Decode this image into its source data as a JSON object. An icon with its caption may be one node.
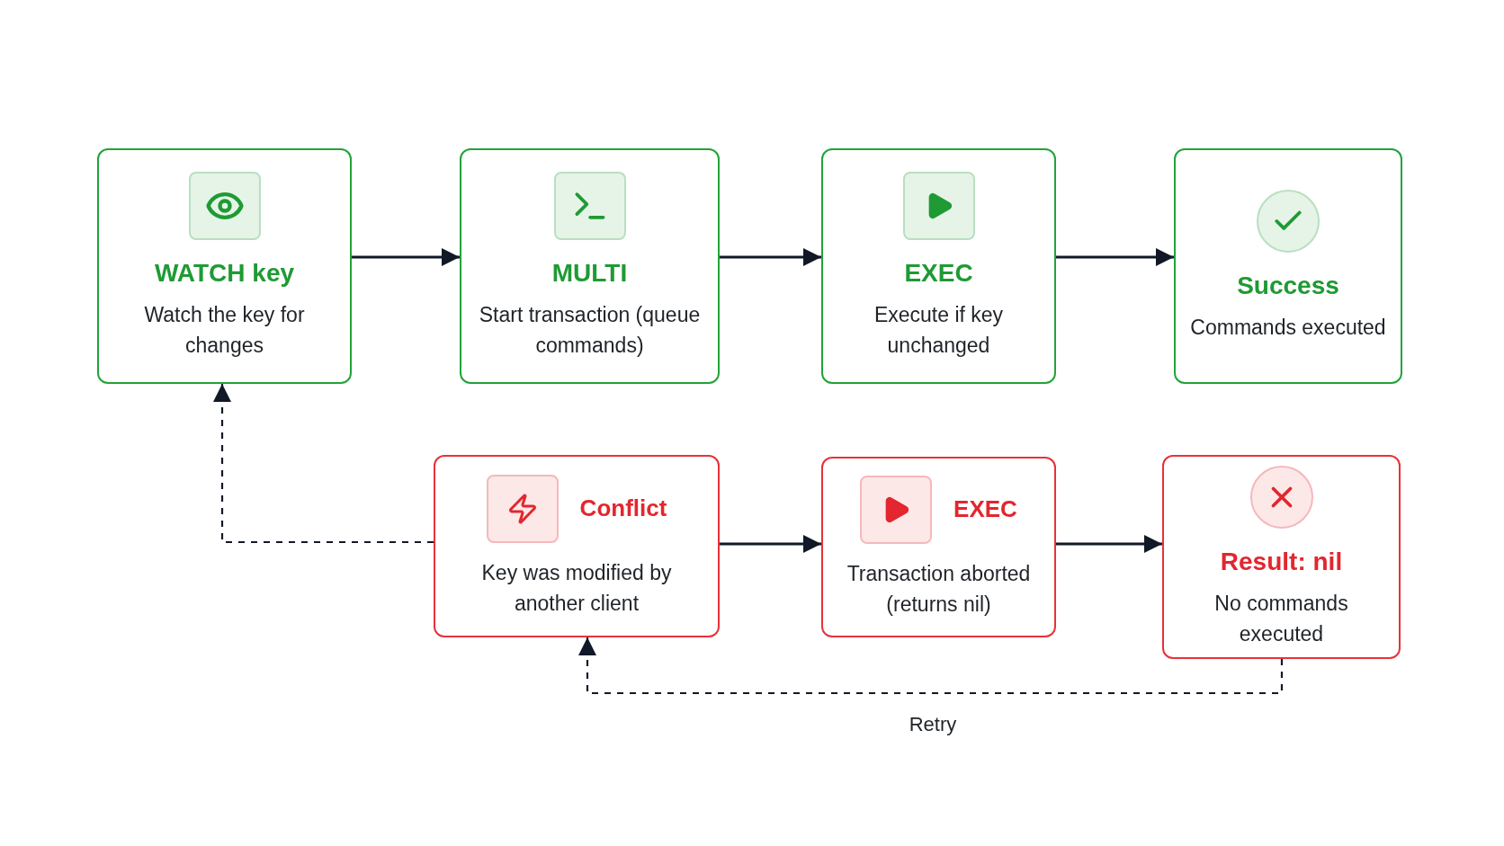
{
  "diagram": {
    "nodes": [
      {
        "text": [
          "WATCH key",
          "Watch the key for changes"
        ]
      },
      {
        "text": [
          "MULTI",
          "Start transaction (queue commands)"
        ]
      },
      {
        "text": [
          "EXEC",
          "Execute if key unchanged"
        ]
      },
      {
        "text": [
          "Success",
          "Commands executed"
        ]
      },
      {
        "text": [
          "Conflict",
          "Key was modified by another client"
        ]
      },
      {
        "text": [
          "EXEC",
          "Transaction aborted (returns nil)"
        ]
      },
      {
        "text": [
          "Result: nil",
          "No commands executed"
        ]
      }
    ],
    "edges": [
      {
        "from": 0,
        "to": 1,
        "arrow": "to"
      },
      {
        "from": 1,
        "to": 2,
        "arrow": "to"
      },
      {
        "from": 2,
        "to": 3,
        "arrow": "to"
      },
      {
        "from": 4,
        "to": 5,
        "arrow": "to"
      },
      {
        "from": 5,
        "to": 6,
        "arrow": "to"
      },
      {
        "from": 4,
        "to": 0,
        "arrow": "to",
        "style": "dashed"
      },
      {
        "from": 6,
        "to": 4,
        "arrow": "to",
        "style": "dashed",
        "label": "Retry"
      }
    ]
  }
}
